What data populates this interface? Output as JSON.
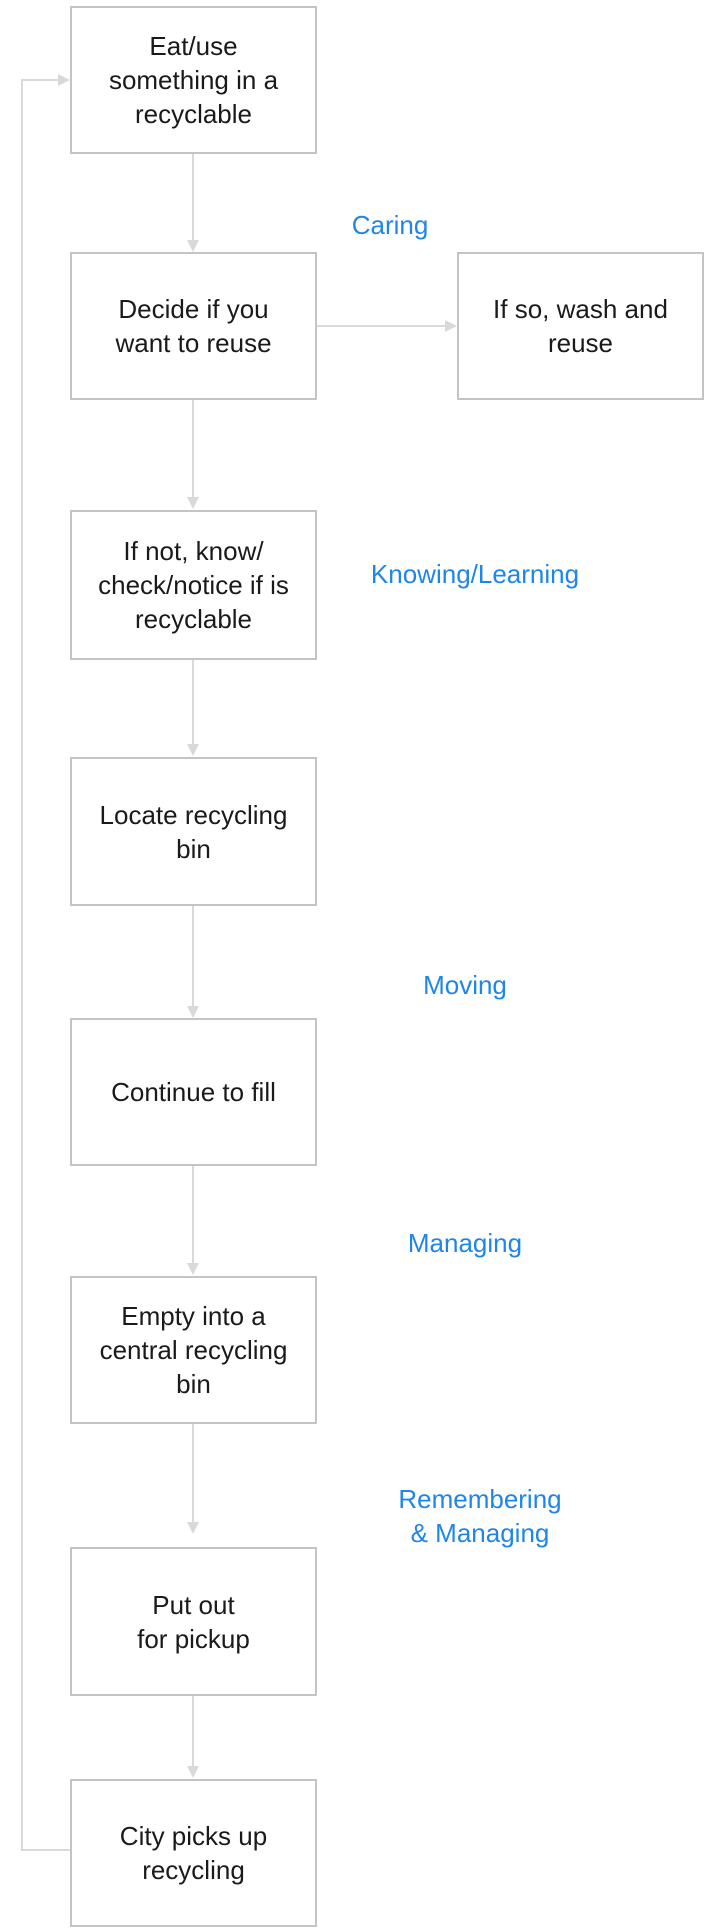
{
  "steps": [
    "Eat/use\nsomething in a\nrecyclable",
    "Decide if you\nwant to reuse",
    "If so, wash and\nreuse",
    "If not, know/\ncheck/notice if is\nrecyclable",
    "Locate recycling\nbin",
    "Continue to fill",
    "Empty into a\ncentral recycling\nbin",
    "Put out\nfor pickup",
    "City picks up\nrecycling"
  ],
  "phases": [
    "Caring",
    "Knowing/Learning",
    "Moving",
    "Managing",
    "Remembering\n& Managing"
  ],
  "colors": {
    "box_border": "#c4c4c4",
    "connector": "#d9d9d9",
    "phase_text": "#1f86e8",
    "step_text": "#1a1a1a"
  }
}
